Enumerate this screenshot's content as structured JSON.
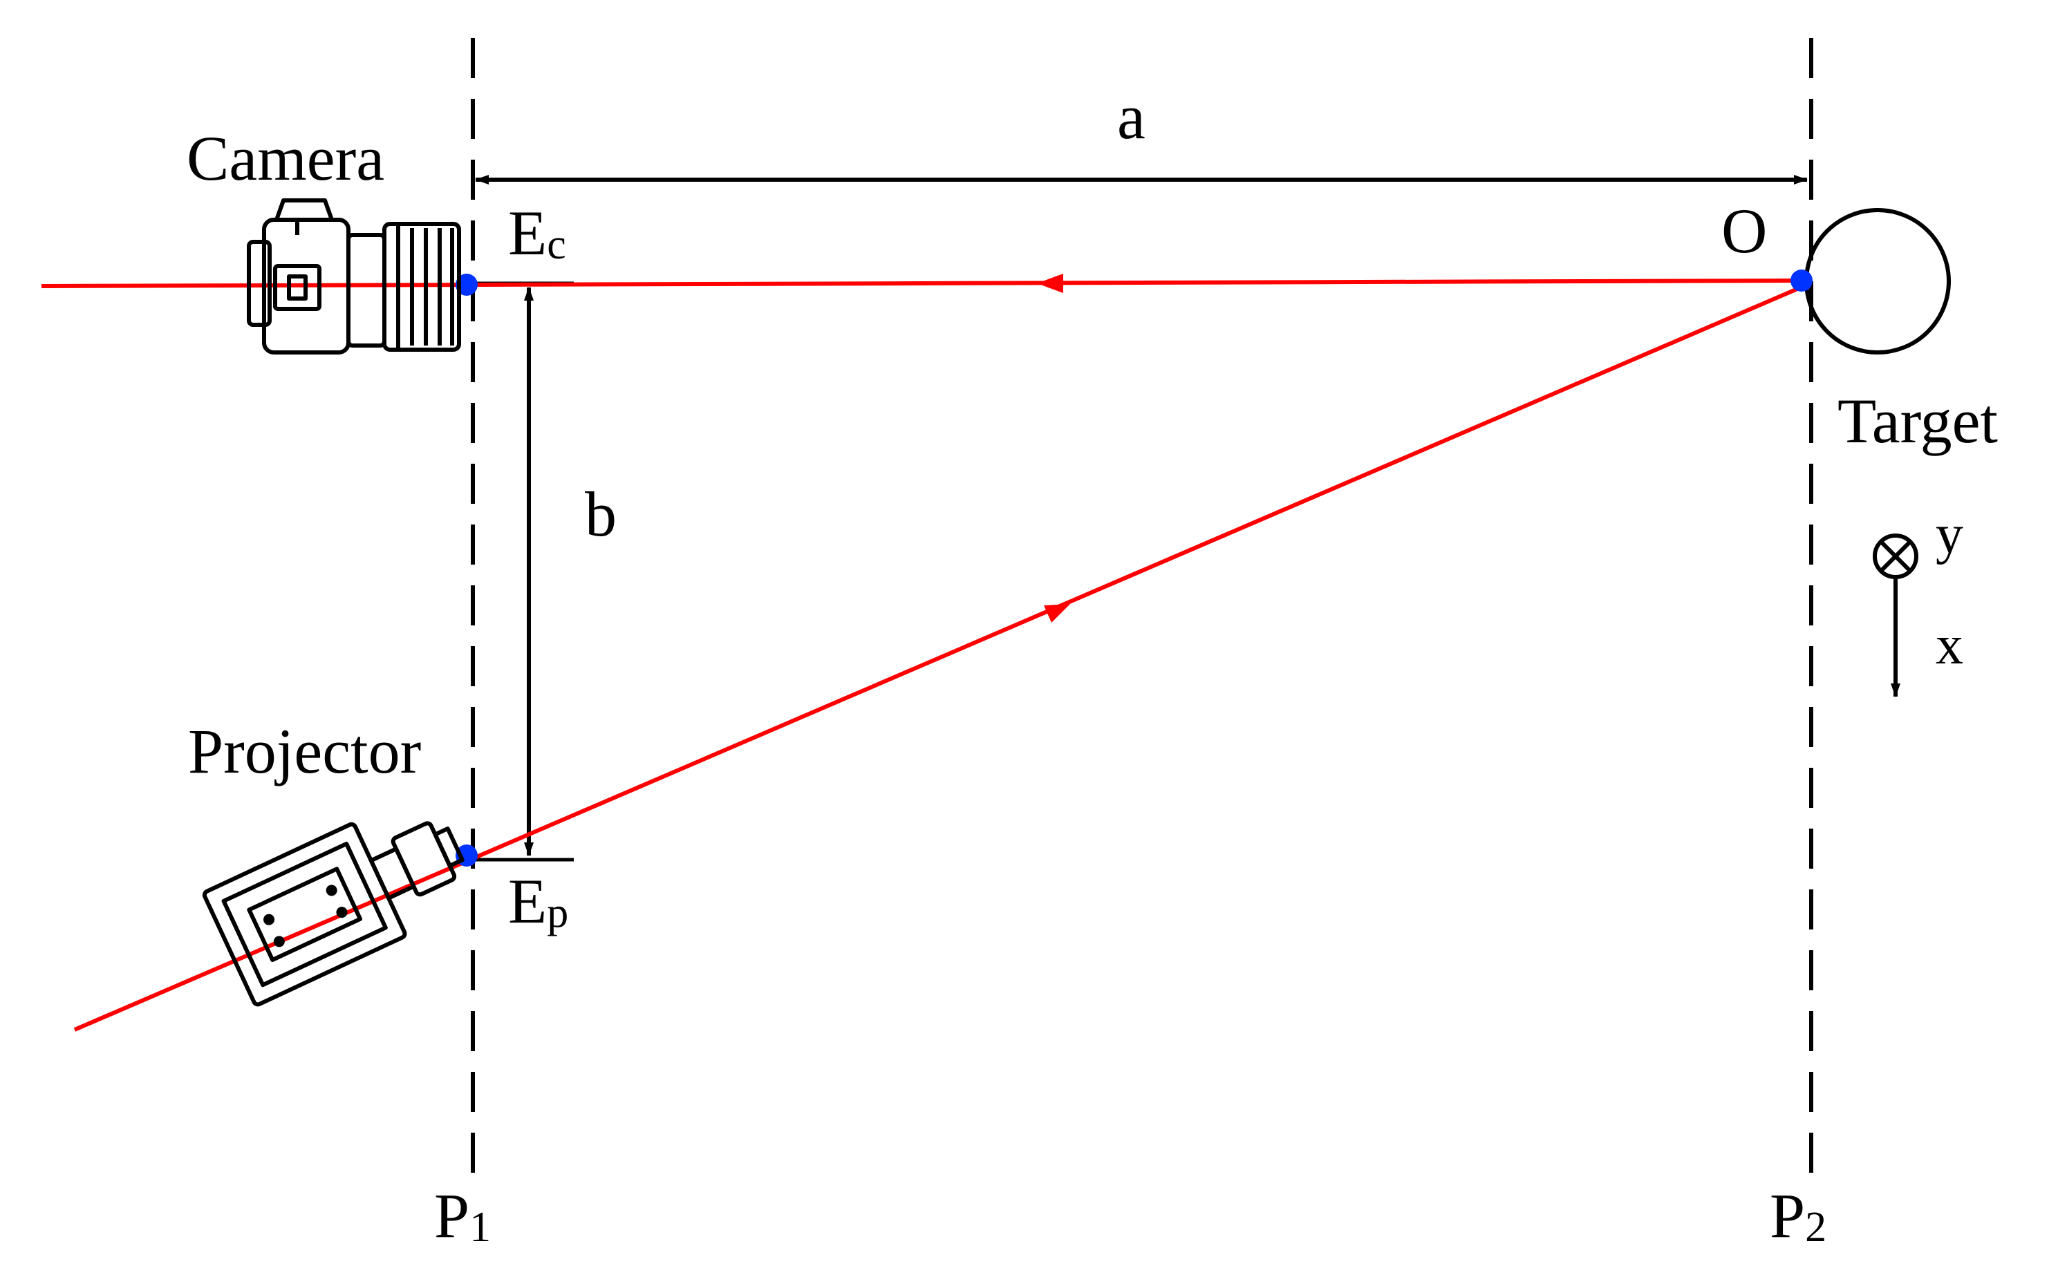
{
  "diagram": {
    "labels": {
      "camera": "Camera",
      "projector": "Projector",
      "target": "Target",
      "distance_a": "a",
      "distance_b": "b",
      "ec_main": "E",
      "ec_sub": "c",
      "ep_main": "E",
      "ep_sub": "p",
      "origin": "O",
      "p1_main": "P",
      "p1_sub": "1",
      "p2_main": "P",
      "p2_sub": "2",
      "axis_y": "y",
      "axis_x": "x"
    },
    "colors": {
      "ray": "#ff0000",
      "point": "#0033ff",
      "stroke": "#000000",
      "background": "#ffffff"
    },
    "icons": {
      "camera": "camera-icon",
      "projector": "projector-icon",
      "axis_into_page": "circled-x-icon"
    }
  }
}
